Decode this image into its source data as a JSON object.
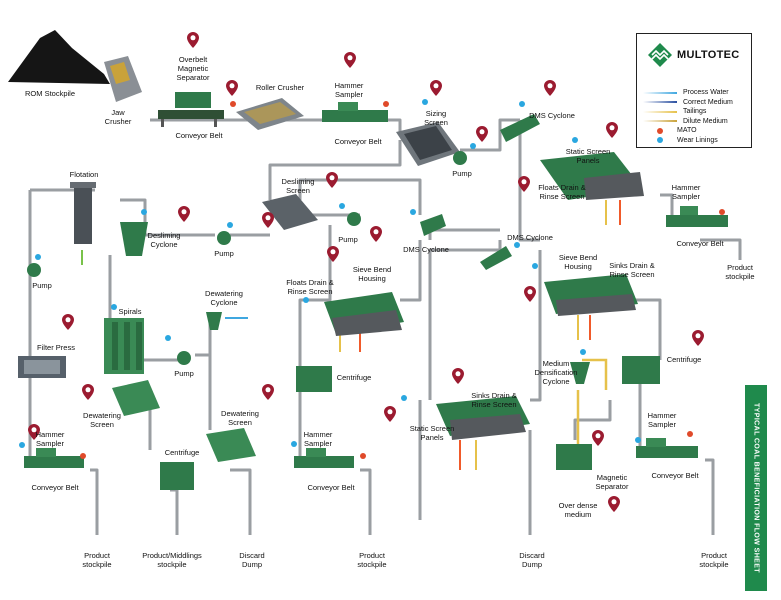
{
  "legend": {
    "brand": "MULTOTEC",
    "items": [
      {
        "label": "Process Water",
        "kind": "line",
        "color": "#3fa7e0"
      },
      {
        "label": "Correct Medium",
        "kind": "line",
        "color": "#2a4fa0"
      },
      {
        "label": "Tailings",
        "kind": "line",
        "color": "#e6c14a"
      },
      {
        "label": "Dilute Medium",
        "kind": "line",
        "color": "#c9a23a"
      },
      {
        "label": "MATO",
        "kind": "dot",
        "color": "#e04a2a"
      },
      {
        "label": "Wear Linings",
        "kind": "dot",
        "color": "#2aa7e0"
      }
    ]
  },
  "side_title": "TYPICAL COAL BENEFICIATION FLOW SHEET",
  "labels": {
    "rom_stockpile": "ROM Stockpile",
    "jaw_crusher_1": "Jaw",
    "jaw_crusher_2": "Crusher",
    "overbelt_1": "Overbelt",
    "overbelt_2": "Magnetic",
    "overbelt_3": "Separator",
    "roller_crusher": "Roller Crusher",
    "conveyor_belt_1": "Conveyor Belt",
    "hammer_sampler_1a": "Hammer",
    "hammer_sampler_1b": "Sampler",
    "conveyor_belt_2": "Conveyor Belt",
    "sizing_screen_1": "Sizing",
    "sizing_screen_2": "Screen",
    "pump_1": "Pump",
    "dms_cyclone_1": "DMS Cyclone",
    "static_panels_1a": "Static Screen",
    "static_panels_1b": "Panels",
    "floats_drain_1a": "Floats Drain &",
    "floats_drain_1b": "Rinse Screen",
    "hammer_sampler_2a": "Hammer",
    "hammer_sampler_2b": "Sampler",
    "conveyor_belt_3": "Conveyor Belt",
    "product_stockpile_r1": "Product",
    "product_stockpile_r2": "stockpile",
    "flotation": "Flotation",
    "desliming_screen_1": "Desliming",
    "desliming_screen_2": "Screen",
    "desliming_cyclone_1": "Desliming",
    "desliming_cyclone_2": "Cyclone",
    "pump_2": "Pump",
    "pump_3": "Pump",
    "dms_cyclone_2": "DMS Cyclone",
    "dms_cyclone_3": "DMS Cyclone",
    "pump_4": "Pump",
    "floats_drain_2a": "Floats Drain &",
    "floats_drain_2b": "Rinse Screen",
    "sieve_bend_1a": "Sieve Bend",
    "sieve_bend_1b": "Housing",
    "sieve_bend_2a": "Sieve Bend",
    "sieve_bend_2b": "Housing",
    "sinks_drain_1a": "Sinks Drain &",
    "sinks_drain_1b": "Rinse Screen",
    "spirals": "Spirals",
    "dewatering_cyclone_1": "Dewatering",
    "dewatering_cyclone_2": "Cyclone",
    "pump_5": "Pump",
    "filter_press": "Filter Press",
    "centrifuge_1": "Centrifuge",
    "centrifuge_2": "Centrifuge",
    "centrifuge_3": "Centrifuge",
    "medium_dens_1": "Medium",
    "medium_dens_2": "Densification",
    "medium_dens_3": "Cyclone",
    "sinks_drain_2a": "Sinks Drain &",
    "sinks_drain_2b": "Rinse Screen",
    "static_panels_2a": "Static Screen",
    "static_panels_2b": "Panels",
    "dewatering_screen_1a": "Dewatering",
    "dewatering_screen_1b": "Screen",
    "dewatering_screen_2a": "Dewatering",
    "dewatering_screen_2b": "Screen",
    "hammer_sampler_3a": "Hammer",
    "hammer_sampler_3b": "Sampler",
    "hammer_sampler_4a": "Hammer",
    "hammer_sampler_4b": "Sampler",
    "hammer_sampler_5a": "Hammer",
    "hammer_sampler_5b": "Sampler",
    "magnetic_sep_1": "Magnetic",
    "magnetic_sep_2": "Separator",
    "conveyor_belt_4": "Conveyor Belt",
    "conveyor_belt_5": "Conveyor Belt",
    "conveyor_belt_6": "Conveyor Belt",
    "over_dense_1": "Over dense",
    "over_dense_2": "medium",
    "out_product_1a": "Product",
    "out_product_1b": "stockpile",
    "out_middlings_1": "Product/Middlings",
    "out_middlings_2": "stockpile",
    "out_discard_1a": "Discard",
    "out_discard_1b": "Dump",
    "out_product_2a": "Product",
    "out_product_2b": "stockpile",
    "out_discard_2a": "Discard",
    "out_discard_2b": "Dump",
    "out_product_3a": "Product",
    "out_product_3b": "stockpile"
  }
}
